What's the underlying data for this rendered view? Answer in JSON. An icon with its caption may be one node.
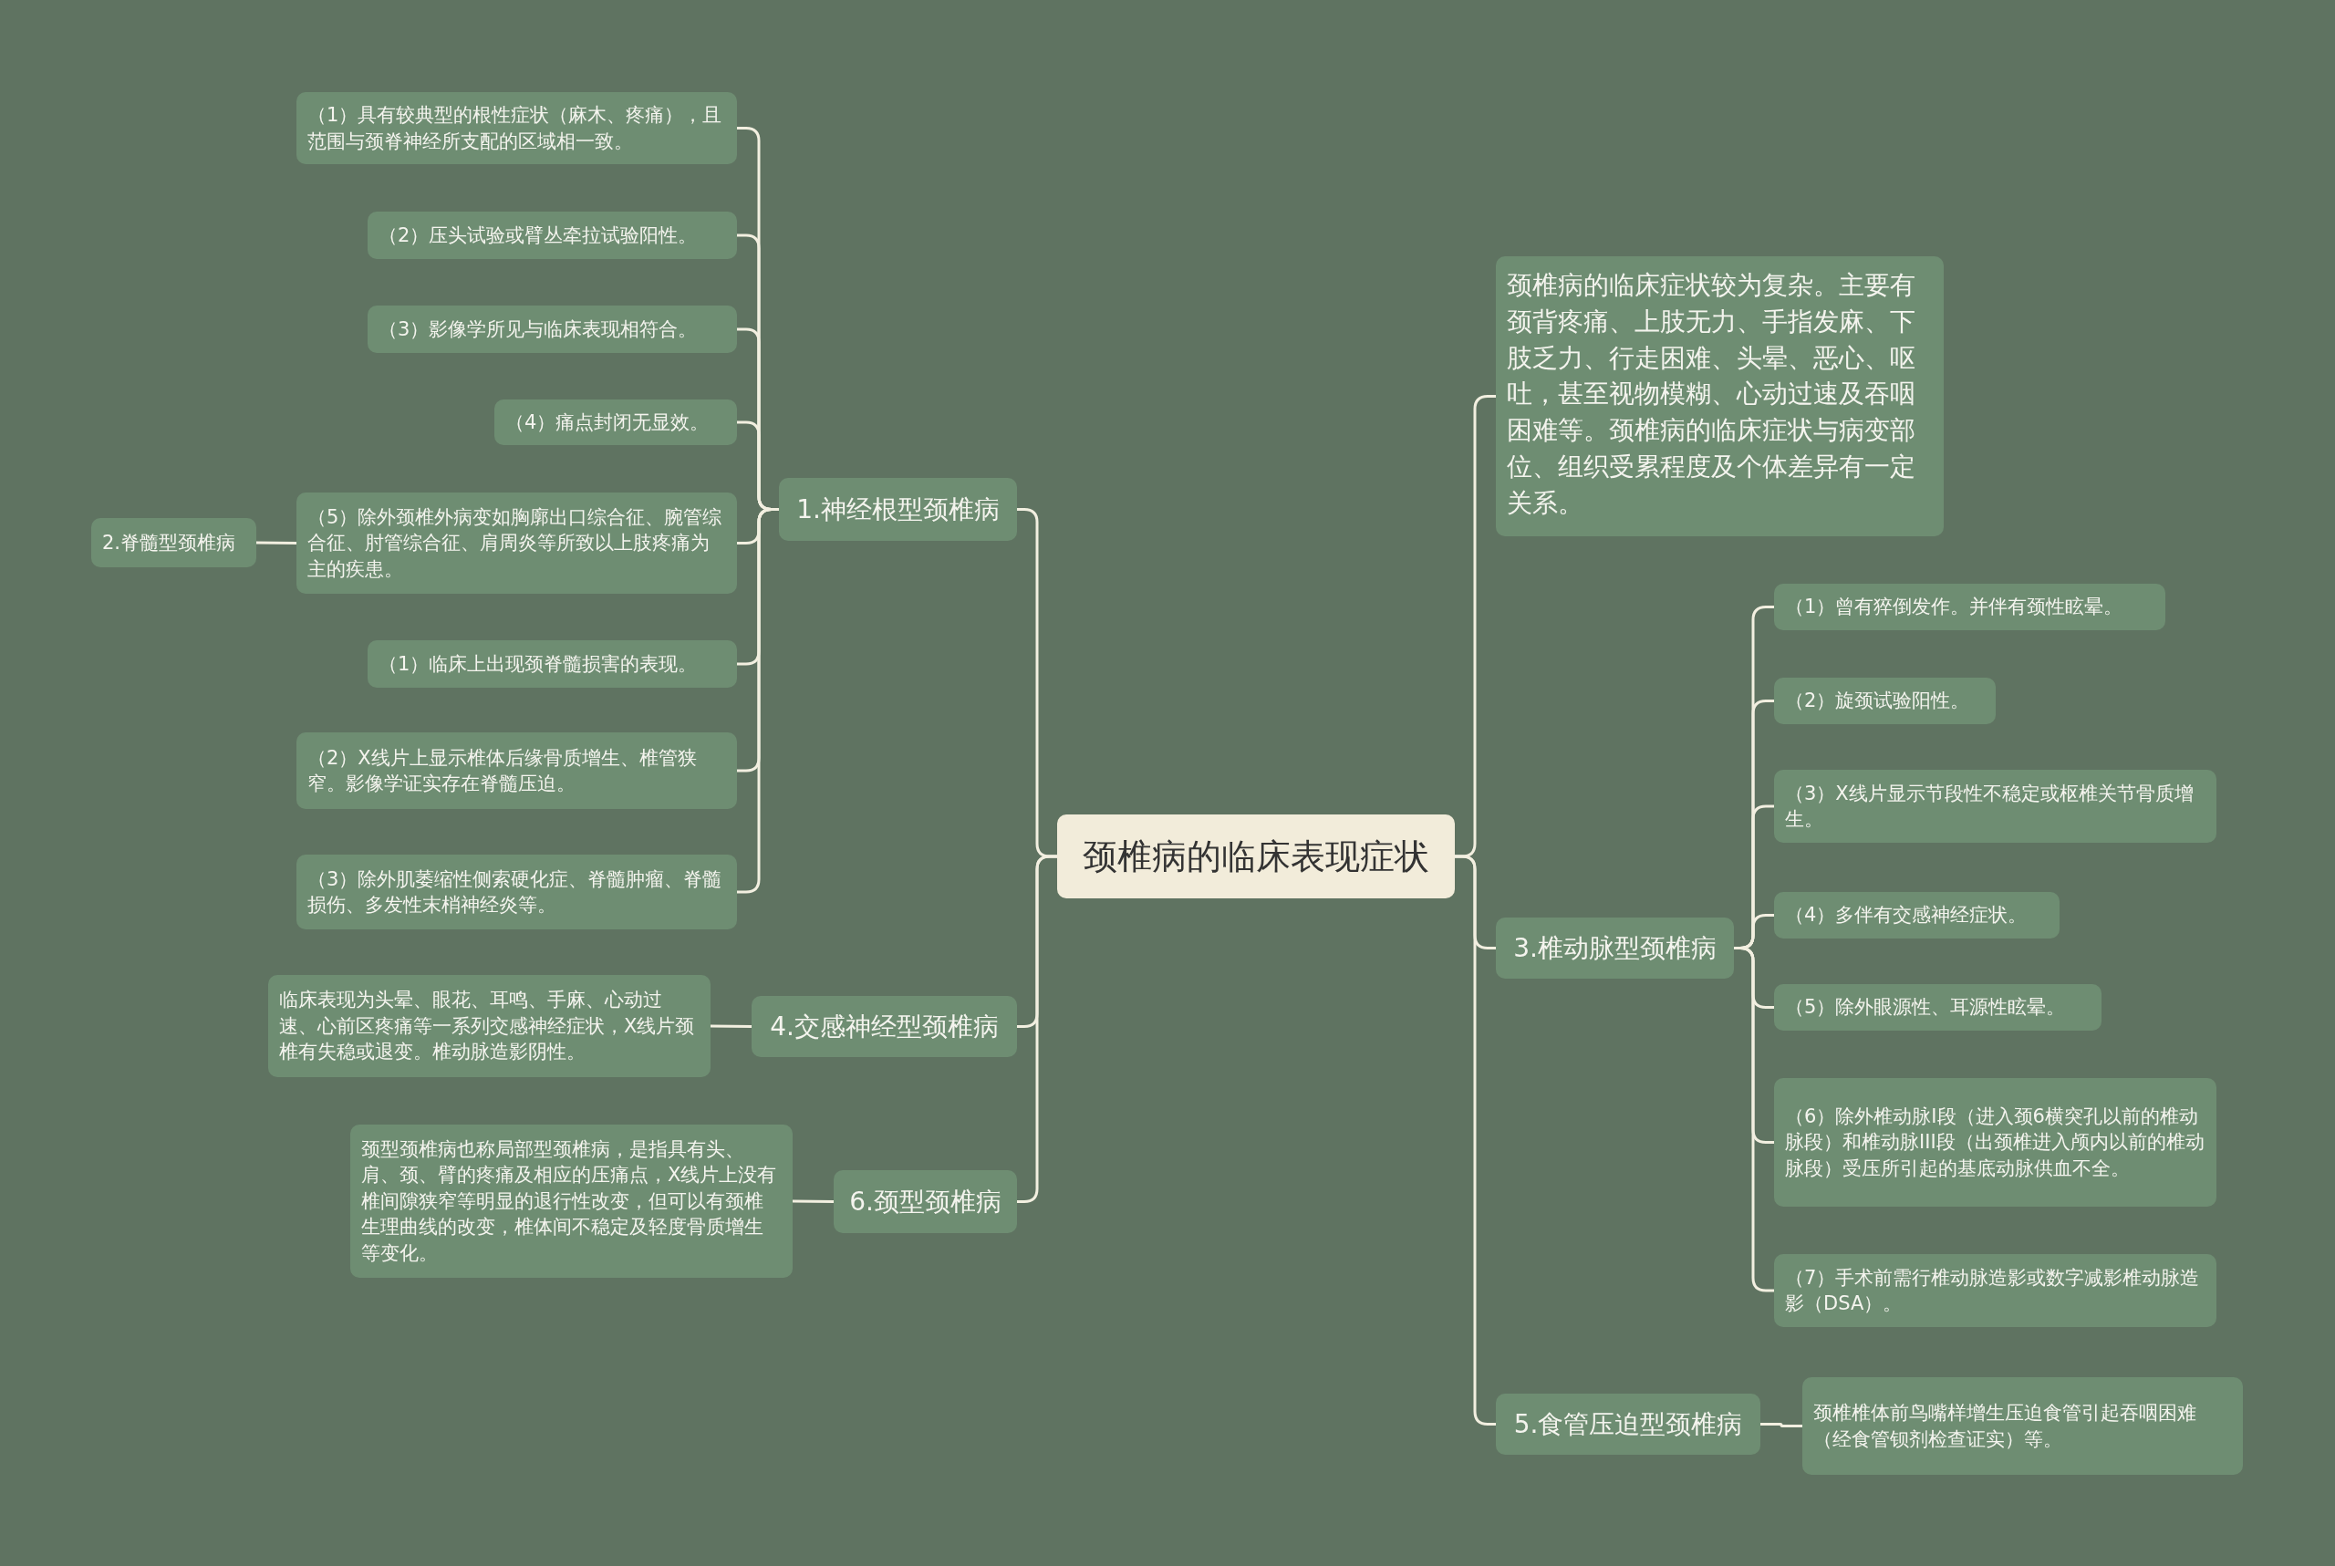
{
  "diagram": {
    "nodes": [
      {
        "text": [
          "颈椎病的临床表现症状"
        ]
      },
      {
        "text": [
          "1.神经根型颈椎病"
        ]
      },
      {
        "text": [
          "（1）具有较典型的根性症状（麻木、疼痛），且范围与颈脊神经所支配的区域相一致。"
        ]
      },
      {
        "text": [
          "（2）压头试验或臂丛牵拉试验阳性。"
        ]
      },
      {
        "text": [
          "（3）影像学所见与临床表现相符合。"
        ]
      },
      {
        "text": [
          "（4）痛点封闭无显效。"
        ]
      },
      {
        "text": [
          "（5）除外颈椎外病变如胸廓出口综合征、腕管综合征、肘管综合征、肩周炎等所致以上肢疼痛为主的疾患。"
        ]
      },
      {
        "text": [
          "2.脊髓型颈椎病"
        ]
      },
      {
        "text": [
          "（1）临床上出现颈脊髓损害的表现。"
        ]
      },
      {
        "text": [
          "（2）X线片上显示椎体后缘骨质增生、椎管狭窄。影像学证实存在脊髓压迫。"
        ]
      },
      {
        "text": [
          "（3）除外肌萎缩性侧索硬化症、脊髓肿瘤、脊髓损伤、多发性末梢神经炎等。"
        ]
      },
      {
        "text": [
          "4.交感神经型颈椎病"
        ]
      },
      {
        "text": [
          "临床表现为头晕、眼花、耳鸣、手麻、心动过速、心前区疼痛等一系列交感神经症状，X线片颈椎有失稳或退变。椎动脉造影阴性。"
        ]
      },
      {
        "text": [
          "6.颈型颈椎病"
        ]
      },
      {
        "text": [
          "颈型颈椎病也称局部型颈椎病，是指具有头、肩、颈、臂的疼痛及相应的压痛点，X线片上没有椎间隙狭窄等明显的退行性改变，但可以有颈椎生理曲线的改变，椎体间不稳定及轻度骨质增生等变化。"
        ]
      },
      {
        "text": [
          "颈椎病的临床症状较为复杂。主要有颈背疼痛、上肢无力、手指发麻、下肢乏力、行走困难、头晕、恶心、呕吐，甚至视物模糊、心动过速及吞咽困难等。颈椎病的临床症状与病变部位、组织受累程度及个体差异有一定关系。"
        ]
      },
      {
        "text": [
          "3.椎动脉型颈椎病"
        ]
      },
      {
        "text": [
          "（1）曾有猝倒发作。并伴有颈性眩晕。"
        ]
      },
      {
        "text": [
          "（2）旋颈试验阳性。"
        ]
      },
      {
        "text": [
          "（3）X线片显示节段性不稳定或枢椎关节骨质增生。"
        ]
      },
      {
        "text": [
          "（4）多伴有交感神经症状。"
        ]
      },
      {
        "text": [
          "（5）除外眼源性、耳源性眩晕。"
        ]
      },
      {
        "text": [
          "（6）除外椎动脉I段（进入颈6横突孔以前的椎动脉段）和椎动脉III段（出颈椎进入颅内以前的椎动脉段）受压所引起的基底动脉供血不全。"
        ]
      },
      {
        "text": [
          "（7）手术前需行椎动脉造影或数字减影椎动脉造影（DSA）。"
        ]
      },
      {
        "text": [
          "5.食管压迫型颈椎病"
        ]
      },
      {
        "text": [
          "颈椎椎体前鸟嘴样增生压迫食管引起吞咽困难（经食管钡剂检查证实）等。"
        ]
      }
    ],
    "edges": [
      {
        "from": 0,
        "to": 1,
        "arrow": "none"
      },
      {
        "from": 0,
        "to": 11,
        "arrow": "none"
      },
      {
        "from": 0,
        "to": 13,
        "arrow": "none"
      },
      {
        "from": 0,
        "to": 15,
        "arrow": "none"
      },
      {
        "from": 0,
        "to": 16,
        "arrow": "none"
      },
      {
        "from": 0,
        "to": 24,
        "arrow": "none"
      },
      {
        "from": 1,
        "to": 2,
        "arrow": "none"
      },
      {
        "from": 1,
        "to": 3,
        "arrow": "none"
      },
      {
        "from": 1,
        "to": 4,
        "arrow": "none"
      },
      {
        "from": 1,
        "to": 5,
        "arrow": "none"
      },
      {
        "from": 1,
        "to": 6,
        "arrow": "none"
      },
      {
        "from": 1,
        "to": 8,
        "arrow": "none"
      },
      {
        "from": 1,
        "to": 9,
        "arrow": "none"
      },
      {
        "from": 1,
        "to": 10,
        "arrow": "none"
      },
      {
        "from": 6,
        "to": 7,
        "arrow": "none"
      },
      {
        "from": 11,
        "to": 12,
        "arrow": "none"
      },
      {
        "from": 13,
        "to": 14,
        "arrow": "none"
      },
      {
        "from": 16,
        "to": 17,
        "arrow": "none"
      },
      {
        "from": 16,
        "to": 18,
        "arrow": "none"
      },
      {
        "from": 16,
        "to": 19,
        "arrow": "none"
      },
      {
        "from": 16,
        "to": 20,
        "arrow": "none"
      },
      {
        "from": 16,
        "to": 21,
        "arrow": "none"
      },
      {
        "from": 16,
        "to": 22,
        "arrow": "none"
      },
      {
        "from": 16,
        "to": 23,
        "arrow": "none"
      },
      {
        "from": 24,
        "to": 25,
        "arrow": "none"
      }
    ]
  }
}
